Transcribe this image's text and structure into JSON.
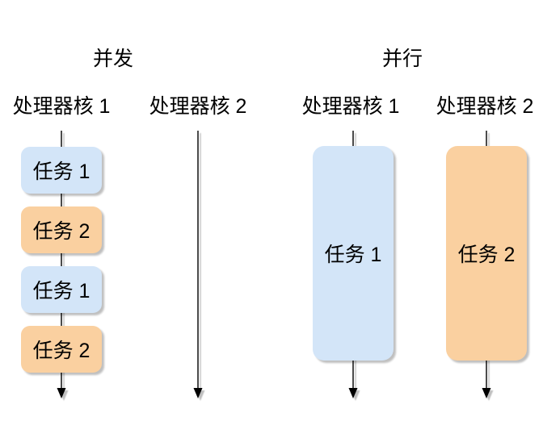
{
  "diagram": {
    "kind": "concurrency-vs-parallelism",
    "colors": {
      "task_blue": "#d3e5f8",
      "task_orange": "#fad0a0",
      "line": "#000000",
      "background": "#ffffff",
      "text": "#000000"
    },
    "panels": [
      {
        "title": "并发",
        "columns": [
          {
            "label": "处理器核 1",
            "tasks": [
              {
                "label": "任务 1",
                "color": "blue"
              },
              {
                "label": "任务 2",
                "color": "orange"
              },
              {
                "label": "任务 1",
                "color": "blue"
              },
              {
                "label": "任务 2",
                "color": "orange"
              }
            ]
          },
          {
            "label": "处理器核 2",
            "tasks": []
          }
        ]
      },
      {
        "title": "并行",
        "columns": [
          {
            "label": "处理器核 1",
            "tasks": [
              {
                "label": "任务 1",
                "color": "blue",
                "tall": true
              }
            ]
          },
          {
            "label": "处理器核 2",
            "tasks": [
              {
                "label": "任务 2",
                "color": "orange",
                "tall": true
              }
            ]
          }
        ]
      }
    ]
  }
}
